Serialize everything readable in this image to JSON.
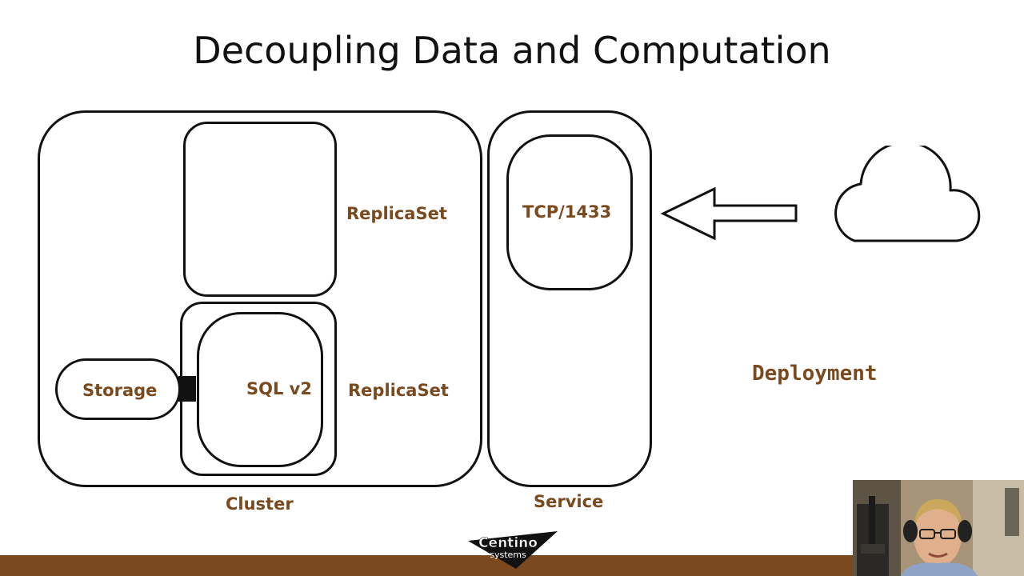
{
  "slide": {
    "title": "Decoupling Data and Computation"
  },
  "labels": {
    "replicaset_top": "ReplicaSet",
    "replicaset_bottom": "ReplicaSet",
    "storage": "Storage",
    "sql": "SQL v2",
    "tcp": "TCP/1433",
    "cluster": "Cluster",
    "service": "Service",
    "deployment": "Deployment"
  },
  "branding": {
    "logo_line1": "Centino",
    "logo_line2": "systems"
  },
  "colors": {
    "accent": "#7a4a1e",
    "bar": "#7a4a1e",
    "stroke": "#111111"
  },
  "icons": {
    "cloud": "cloud-icon",
    "arrow": "arrow-left-icon"
  }
}
